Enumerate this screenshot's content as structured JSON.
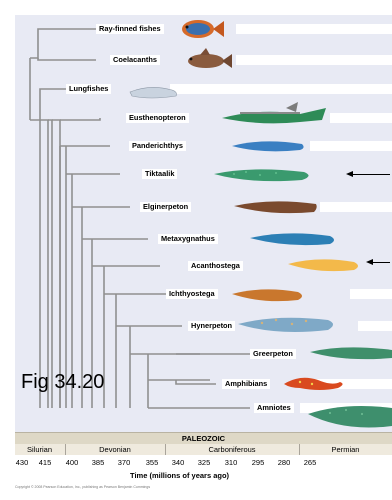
{
  "figure_label": "Fig 34.20",
  "taxa": [
    "Ray-finned fishes",
    "Coelacanths",
    "Lungfishes",
    "Eusthenopteron",
    "Panderichthys",
    "Tiktaalik",
    "Elginerpeton",
    "Metaxygnathus",
    "Acanthostega",
    "Ichthyostega",
    "Hynerpeton",
    "Greerpeton",
    "Amphibians",
    "Amniotes"
  ],
  "timescale": {
    "era": "PALEOZOIC",
    "periods": [
      "Silurian",
      "Devonian",
      "Carboniferous",
      "Permian"
    ],
    "ticks": [
      "430",
      "415",
      "400",
      "385",
      "370",
      "355",
      "340",
      "325",
      "310",
      "295",
      "280",
      "265"
    ],
    "axis_title": "Time (millions of years ago)"
  },
  "copyright": "Copyright © 2008 Pearson Education, Inc., publishing as Pearson Benjamin Cummings",
  "colors": {
    "background_panel": "#e8eaf4",
    "tree_lines": "#8f8f8f",
    "era_bar": "#ded8c6",
    "period_bar": "#efeade"
  },
  "icons": [
    "ray-finned-fish-icon",
    "coelacanth-icon",
    "lungfish-icon",
    "eusthenopteron-icon",
    "panderichthys-icon",
    "tiktaalik-icon",
    "elginerpeton-icon",
    "metaxygnathus-icon",
    "acanthostega-icon",
    "ichthyostega-icon",
    "hynerpeton-icon",
    "greerpeton-icon",
    "amphibian-icon",
    "amniote-icon"
  ]
}
